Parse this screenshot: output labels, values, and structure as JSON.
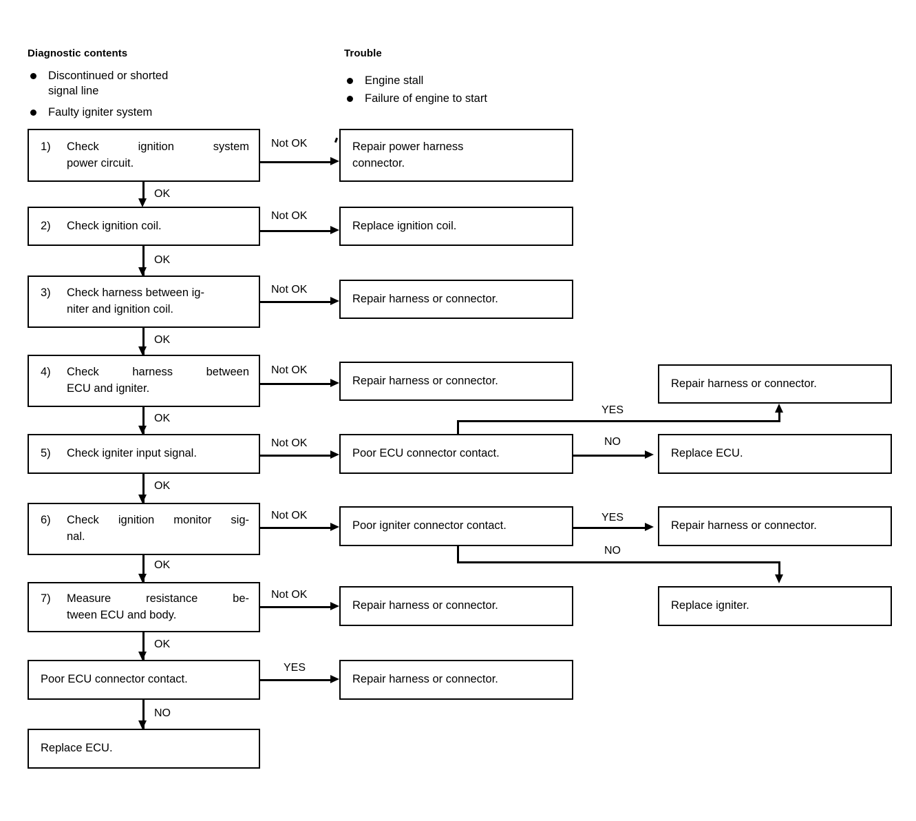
{
  "headings": {
    "diagnostic": "Diagnostic contents",
    "trouble": "Trouble"
  },
  "diagnostic_bullets": [
    "Discontinued or shorted\nsignal line",
    "Faulty igniter system"
  ],
  "trouble_bullets": [
    "Engine stall",
    "Failure of engine to start"
  ],
  "steps": [
    {
      "num": "1)",
      "line1": "Check ignition system",
      "line2": "power circuit."
    },
    {
      "num": "2)",
      "line1": "Check ignition coil.",
      "line2": ""
    },
    {
      "num": "3)",
      "line1": "Check harness between ig-",
      "line2": "niter and ignition coil."
    },
    {
      "num": "4)",
      "line1": "Check harness between",
      "line2": "ECU and igniter."
    },
    {
      "num": "5)",
      "line1": "Check igniter input signal.",
      "line2": ""
    },
    {
      "num": "6)",
      "line1": "Check ignition monitor sig-",
      "line2": "nal."
    },
    {
      "num": "7)",
      "line1": "Measure resistance be-",
      "line2": "tween ECU and body."
    }
  ],
  "terminal_left": {
    "poor_ecu": "Poor ECU connector contact.",
    "replace_ecu": "Replace ECU."
  },
  "middle_boxes": {
    "row1": "Repair power harness\nconnector.",
    "row2": "Replace ignition coil.",
    "row3": "Repair harness or connector.",
    "row4": "Repair harness or connector.",
    "row5": "Poor ECU connector contact.",
    "row6": "Poor igniter connector contact.",
    "row7": "Repair harness or connector.",
    "row8": "Repair harness or connector."
  },
  "right_boxes": {
    "repair_harness_top": "Repair harness or connector.",
    "replace_ecu": "Replace ECU.",
    "repair_harness_mid": "Repair harness or connector.",
    "replace_igniter": "Replace igniter."
  },
  "edge_labels": {
    "not_ok": "Not OK",
    "ok": "OK",
    "yes": "YES",
    "no": "NO"
  },
  "colors": {
    "ink": "#000000",
    "paper": "#ffffff"
  }
}
